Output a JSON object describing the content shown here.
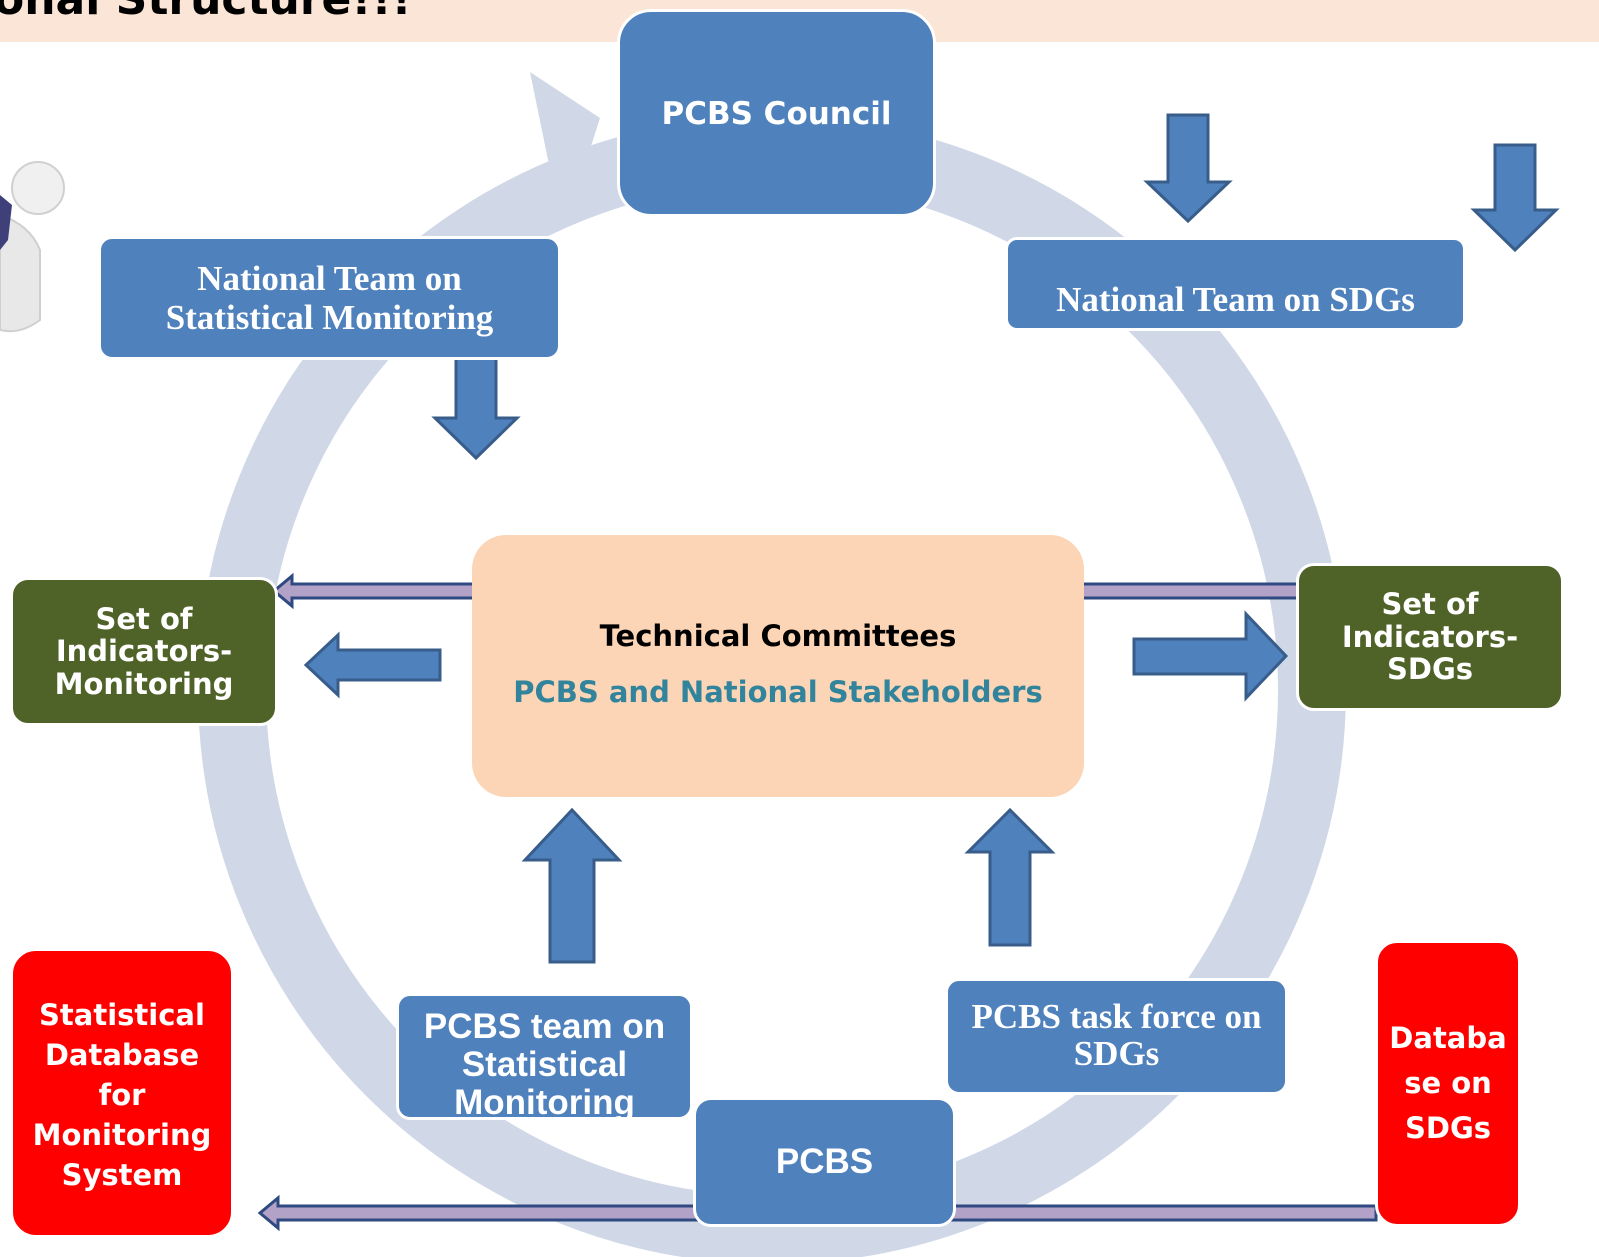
{
  "page": {
    "title": "onal Structure!!!"
  },
  "center": {
    "title": "Technical Committees",
    "subtitle": "PCBS and National Stakeholders"
  },
  "boxes": {
    "council": "PCBS Council",
    "national_monitoring": [
      "National Team on",
      "Statistical Monitoring"
    ],
    "national_sdgs": "National Team on SDGs",
    "indicators_monitoring": [
      "Set of",
      "Indicators-",
      "Monitoring"
    ],
    "indicators_sdgs": [
      "Set of",
      "Indicators-",
      "SDGs"
    ],
    "team_monitoring": [
      "PCBS team on",
      "Statistical",
      "Monitoring"
    ],
    "taskforce_sdgs": [
      "PCBS task force on",
      "SDGs"
    ],
    "pcbs": "PCBS",
    "db_monitoring": [
      "Statistical",
      "Database",
      "for",
      "Monitoring",
      "System"
    ],
    "db_sdgs": [
      "Databa",
      "se on",
      "SDGs"
    ]
  },
  "colors": {
    "box_blue": "#4f81bd",
    "box_green": "#4f6228",
    "box_red": "#ff0000",
    "cycle": "#d0d8e8",
    "center_fill": "#fbd5b5",
    "center_subtitle": "#31849b",
    "title_band": "#fbe5d6",
    "connector_fill": "#b3a2c7"
  },
  "icons": {
    "figure": "person-figure-icon"
  }
}
